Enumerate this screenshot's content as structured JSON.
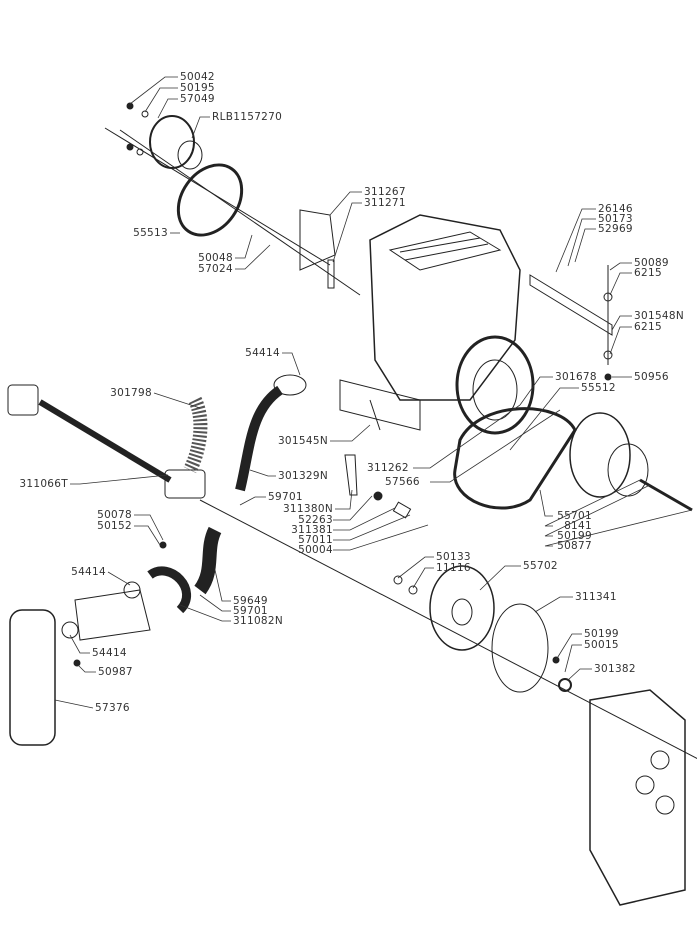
{
  "diagram_title": "",
  "part_labels": {
    "p50042": "50042",
    "p50195": "50195",
    "p57049": "57049",
    "rlb1157270": "RLB1157270",
    "p55513": "55513",
    "p311267": "311267",
    "p311271": "311271",
    "p50048": "50048",
    "p57024": "57024",
    "p26146": "26146",
    "p50173": "50173",
    "p52969": "52969",
    "p50089": "50089",
    "p6215a": "6215",
    "p301548N": "301548N",
    "p6215b": "6215",
    "p50956": "50956",
    "p54414a": "54414",
    "p301798": "301798",
    "p301678": "301678",
    "p55512": "55512",
    "p301545N": "301545N",
    "p311262": "311262",
    "p57566": "57566",
    "p311066T": "311066T",
    "p301329N": "301329N",
    "p59701a": "59701",
    "p311380N": "311380N",
    "p52263": "52263",
    "p311381": "311381",
    "p57011": "57011",
    "p50004": "50004",
    "p50078": "50078",
    "p50152": "50152",
    "p55701": "55701",
    "p8141": "8141",
    "p50199a": "50199",
    "p50877": "50877",
    "p50133": "50133",
    "p11116": "11116",
    "p55702": "55702",
    "p54414b": "54414",
    "p59649": "59649",
    "p59701b": "59701",
    "p311082N": "311082N",
    "p311341": "311341",
    "p50199b": "50199",
    "p50015": "50015",
    "p301382": "301382",
    "p54414c": "54414",
    "p50987": "50987",
    "p57376": "57376"
  },
  "colors": {
    "line": "#222222",
    "text": "#333333"
  }
}
